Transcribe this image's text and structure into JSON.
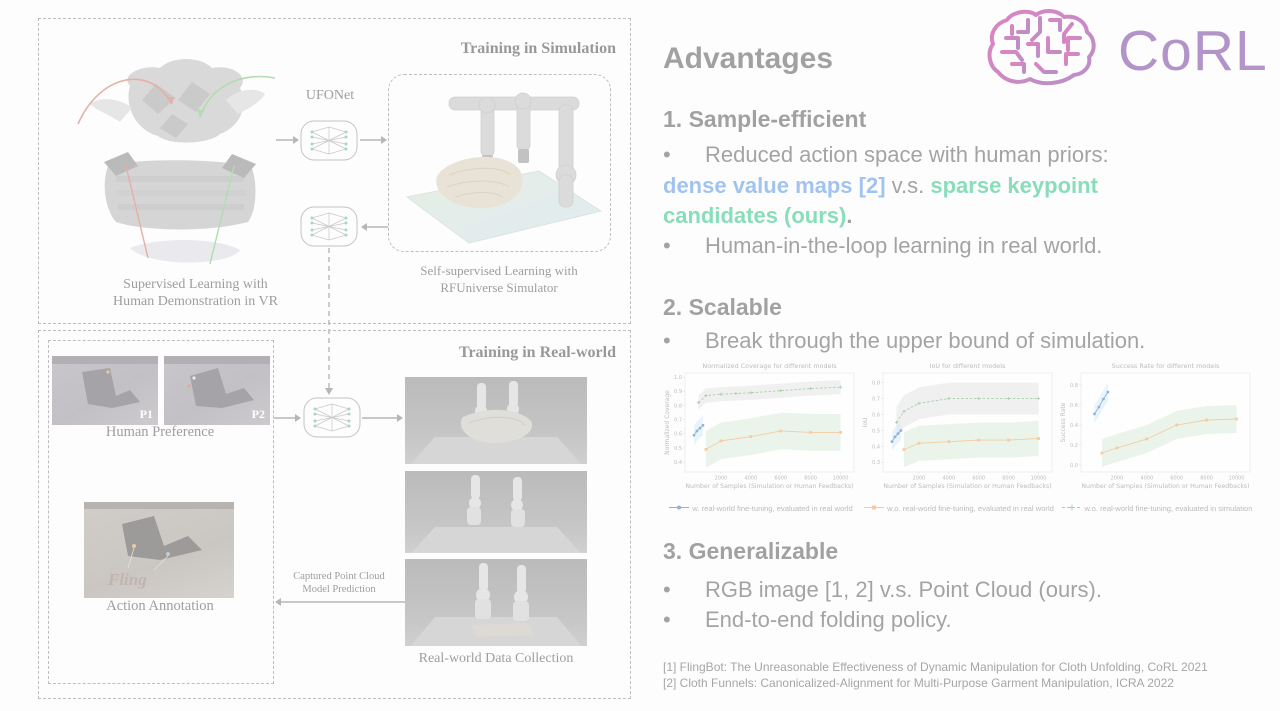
{
  "header": {
    "title": "Advantages",
    "logo_text": "CoRL"
  },
  "left_diagram": {
    "sim_section": {
      "title": "Training in Simulation",
      "ufonet_label": "UFONet",
      "vr_caption_line1": "Supervised Learning with",
      "vr_caption_line2": "Human Demonstration in VR",
      "sim_caption_line1": "Self-supervised Learning with",
      "sim_caption_line2": "RFUniverse Simulator"
    },
    "real_section": {
      "title": "Training in Real-world",
      "p1_label": "P1",
      "p2_label": "P2",
      "preference_caption": "Human Preference",
      "fling_label": "Fling",
      "annotation_caption": "Action Annotation",
      "arrow_label_line1": "Captured Point Cloud",
      "arrow_label_line2": "Model Prediction",
      "collection_caption": "Real-world Data Collection"
    }
  },
  "advantages": {
    "bullet_char": "•",
    "section1": {
      "heading": "1. Sample-efficient",
      "bullet1": "Reduced action space with human priors:",
      "phrase_blue": "dense value maps [2]",
      "vs_text": " v.s. ",
      "phrase_green_line1": "sparse keypoint",
      "phrase_green_line2": "candidates (ours)",
      "period": ".",
      "bullet2": "Human-in-the-loop learning in real world."
    },
    "section2": {
      "heading": "2. Scalable",
      "bullet1": "Break through the upper bound of simulation."
    },
    "section3": {
      "heading": "3. Generalizable",
      "bullet1": "RGB image [1, 2] v.s. Point Cloud (ours).",
      "bullet2": "End-to-end folding policy."
    }
  },
  "references": [
    "[1] FlingBot: The Unreasonable Effectiveness of Dynamic Manipulation for Cloth Unfolding, CoRL 2021",
    "[2] Cloth Funnels: Canonicalized-Alignment for Multi-Purpose Garment Manipulation, ICRA 2022"
  ],
  "colors": {
    "accent_blue": "#4e8fe6",
    "accent_green": "#1fc07e",
    "logo_pink": "#c2188c",
    "logo_purple": "#7c2d96",
    "chart_orange": "#f09e4e",
    "chart_green": "#5aaa5e",
    "chart_blue": "#2f6fbe"
  },
  "chart_data": [
    {
      "type": "line",
      "title": "Normalized Coverage for different models",
      "xlabel": "Number of Samples (Simulation or Human Feedbacks)",
      "ylabel": "Normalized Coverage",
      "xlim": [
        -400,
        10900
      ],
      "ylim": [
        0.33,
        1.03
      ],
      "xticks": [
        2000,
        4000,
        6000,
        8000,
        10000
      ],
      "yticks": [
        0.4,
        0.5,
        0.6,
        0.7,
        0.8,
        0.9,
        1.0
      ],
      "grid": false,
      "series": [
        {
          "name": "w. real-world fine-tuning, evaluated in real world",
          "color": "#2f6fbe",
          "band_color": "#a8d4ee",
          "style": "solid",
          "marker": "circle",
          "band": 0.07,
          "x": [
            200,
            400,
            600,
            800
          ],
          "y": [
            0.59,
            0.62,
            0.64,
            0.66
          ]
        },
        {
          "name": "w.o. real-world fine-tuning, evaluated in real world",
          "color": "#f09e4e",
          "band_color": "#b2d4ae",
          "style": "solid",
          "marker": "square",
          "band": 0.13,
          "x": [
            1000,
            2000,
            4000,
            6000,
            8000,
            10000
          ],
          "y": [
            0.49,
            0.55,
            0.58,
            0.62,
            0.61,
            0.61
          ]
        },
        {
          "name": "w.o. real-world fine-tuning, evaluated in simulation",
          "color": "#5aaa5e",
          "band_color": "#c6c6c6",
          "style": "dashed",
          "marker": "plus",
          "band": 0.05,
          "x": [
            500,
            1000,
            2000,
            3000,
            4000,
            6000,
            8000,
            10000
          ],
          "y": [
            0.82,
            0.87,
            0.88,
            0.885,
            0.89,
            0.905,
            0.92,
            0.93
          ]
        }
      ]
    },
    {
      "type": "line",
      "title": "IoU for different models",
      "xlabel": "Number of Samples (Simulation or Human Feedbacks)",
      "ylabel": "IoU",
      "xlim": [
        -400,
        10900
      ],
      "ylim": [
        0.24,
        0.86
      ],
      "xticks": [
        2000,
        4000,
        6000,
        8000,
        10000
      ],
      "yticks": [
        0.3,
        0.4,
        0.5,
        0.6,
        0.7,
        0.8
      ],
      "grid": false,
      "series": [
        {
          "name": "w. real-world fine-tuning, evaluated in real world",
          "color": "#2f6fbe",
          "band_color": "#a8d4ee",
          "style": "solid",
          "marker": "circle",
          "band": 0.06,
          "x": [
            200,
            400,
            600,
            800
          ],
          "y": [
            0.43,
            0.46,
            0.48,
            0.5
          ]
        },
        {
          "name": "w.o. real-world fine-tuning, evaluated in real world",
          "color": "#f09e4e",
          "band_color": "#b2d4ae",
          "style": "solid",
          "marker": "square",
          "band": 0.11,
          "x": [
            1000,
            2000,
            4000,
            6000,
            8000,
            10000
          ],
          "y": [
            0.38,
            0.42,
            0.43,
            0.44,
            0.44,
            0.45
          ]
        },
        {
          "name": "w.o. real-world fine-tuning, evaluated in simulation",
          "color": "#5aaa5e",
          "band_color": "#c6c6c6",
          "style": "dashed",
          "marker": "plus",
          "band": 0.1,
          "x": [
            500,
            1000,
            2000,
            4000,
            6000,
            8000,
            10000
          ],
          "y": [
            0.55,
            0.62,
            0.67,
            0.7,
            0.7,
            0.7,
            0.7
          ]
        }
      ]
    },
    {
      "type": "line",
      "title": "Success Rate for different models",
      "xlabel": "Number of Samples (Simulation or Human Feedbacks)",
      "ylabel": "Success Rate",
      "xlim": [
        -400,
        10900
      ],
      "ylim": [
        -0.07,
        0.92
      ],
      "xticks": [
        2000,
        4000,
        6000,
        8000,
        10000
      ],
      "yticks": [
        0.0,
        0.2,
        0.4,
        0.6,
        0.8
      ],
      "grid": false,
      "series": [
        {
          "name": "w. real-world fine-tuning, evaluated in real world",
          "color": "#2f6fbe",
          "band_color": "#a8d4ee",
          "style": "solid",
          "marker": "circle",
          "band": 0.09,
          "x": [
            500,
            800,
            1100,
            1400
          ],
          "y": [
            0.51,
            0.58,
            0.66,
            0.73
          ]
        },
        {
          "name": "w.o. real-world fine-tuning, evaluated in real world",
          "color": "#f09e4e",
          "band_color": "#b2d4ae",
          "style": "solid",
          "marker": "square",
          "band": 0.14,
          "x": [
            1000,
            2000,
            4000,
            6000,
            8000,
            10000
          ],
          "y": [
            0.12,
            0.17,
            0.26,
            0.4,
            0.45,
            0.46
          ]
        }
      ]
    }
  ]
}
